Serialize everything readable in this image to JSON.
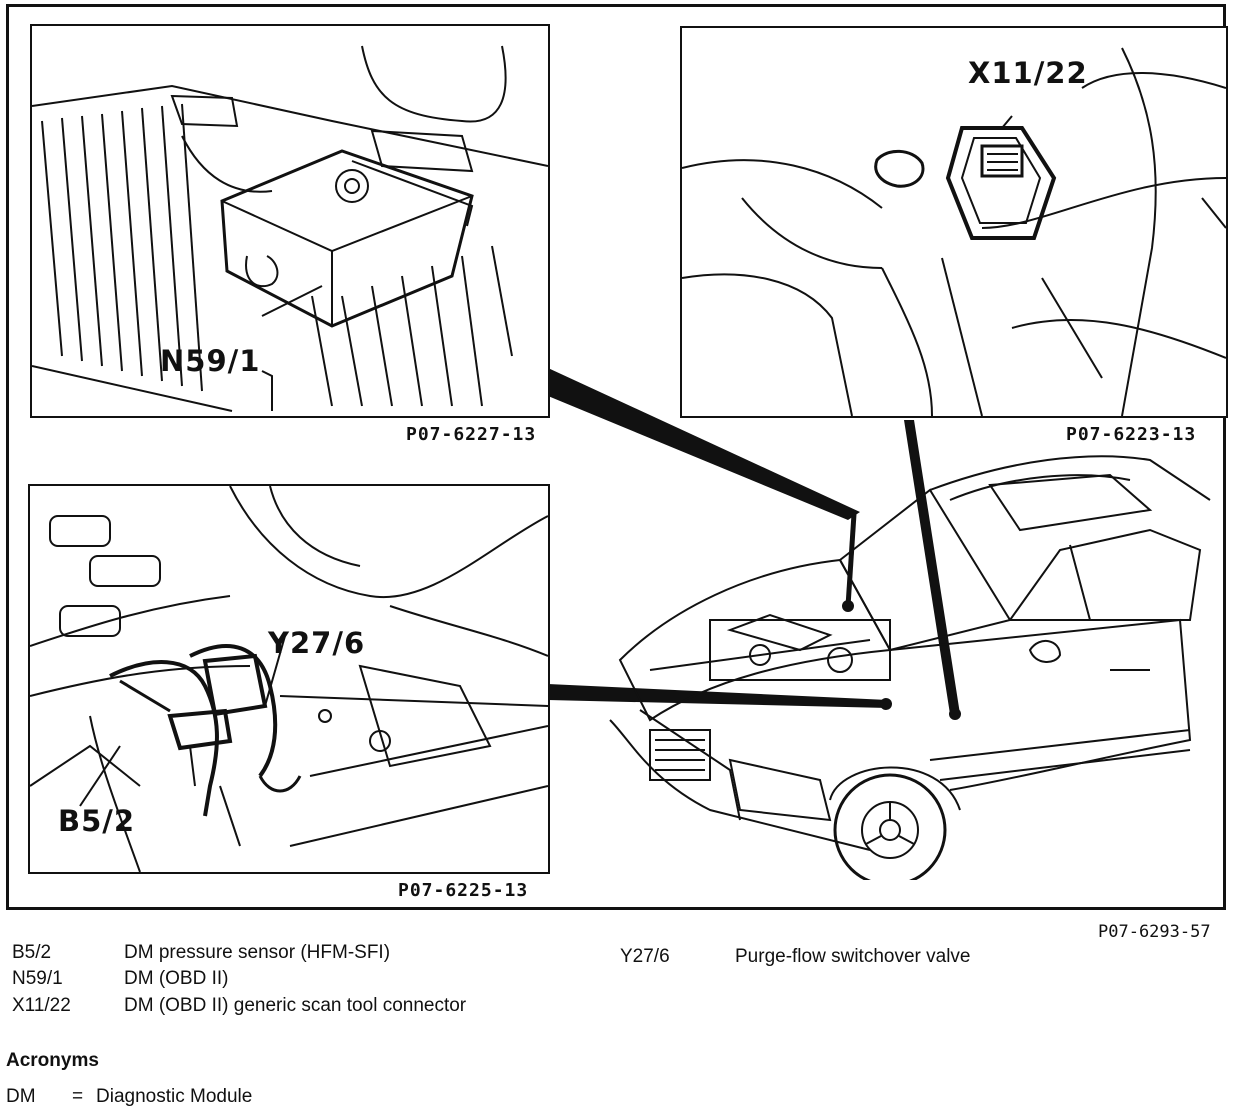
{
  "panels": {
    "n59": {
      "label": "N59/1",
      "ref": "P07-6227-13"
    },
    "x11": {
      "label": "X11/22",
      "ref": "P07-6223-13"
    },
    "y27": {
      "label_y": "Y27/6",
      "label_b": "B5/2",
      "ref": "P07-6225-13"
    }
  },
  "figure_ref": "P07-6293-57",
  "legend": {
    "items": [
      {
        "code": "B5/2",
        "desc": "DM pressure sensor (HFM-SFI)"
      },
      {
        "code": "N59/1",
        "desc": "DM (OBD II)"
      },
      {
        "code": "X11/22",
        "desc": "DM (OBD II) generic scan tool connector"
      },
      {
        "code": "Y27/6",
        "desc": "Purge-flow switchover valve"
      }
    ]
  },
  "acronyms": {
    "heading": "Acronyms",
    "items": [
      {
        "abbr": "DM",
        "eq": "=",
        "meaning": "Diagnostic Module"
      }
    ]
  }
}
